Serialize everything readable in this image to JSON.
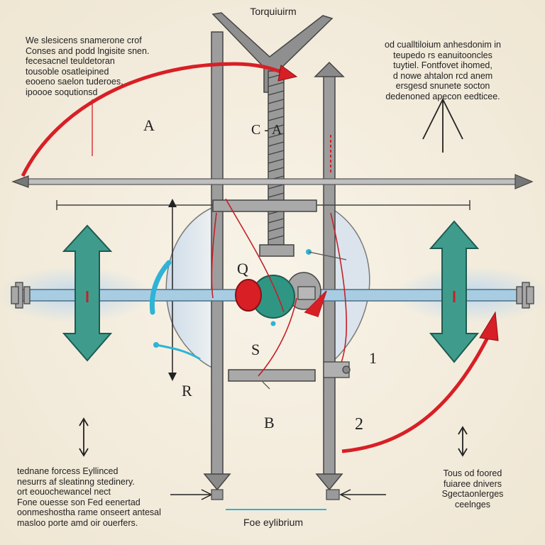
{
  "title": "Torquiuirm",
  "footer": "Foe eylibrium",
  "top_left_text": [
    "We slesicens snamerone crof",
    "Conses and podd lngisite snen.",
    "fecesacnel teuldetoran",
    "tousoble osatleipined",
    "eooeno saelon tuderoes,",
    "ipoooe soqutionsd"
  ],
  "top_right_text": [
    "od cualltiloium anhesdonim in",
    "teupedo rs eanuitooncles",
    "tuytiel. Fontfovet ihomed,",
    "d nowe ahtalon rcd anem",
    "ersgesd snunete socton",
    "dedenoned apecon eedticee."
  ],
  "bottom_left_text": [
    "tednane forcess Eyllinced",
    "nesurrs af sleatinng stedinery.",
    "ort eouochewancel nect",
    "Fone ouesse son Fed eenertad",
    "oonmeshostha rame onseert antesal",
    "masloo porte amd oir ouerfers."
  ],
  "bottom_right_text": [
    "Tous od foored",
    "fuiaree dnivers",
    "Sgectaonlerges",
    "ceelnges"
  ],
  "labels": {
    "A_left": "A",
    "C_A": "C - A",
    "Q": "Q",
    "S": "S",
    "R": "R",
    "B": "B",
    "one": "1",
    "two": "2"
  },
  "colors": {
    "red": "#d81f26",
    "teal": "#3f9c8c",
    "blue_shaft": "#a8cde3",
    "steel": "#8e8e8e",
    "cyan": "#2fb3d6"
  }
}
